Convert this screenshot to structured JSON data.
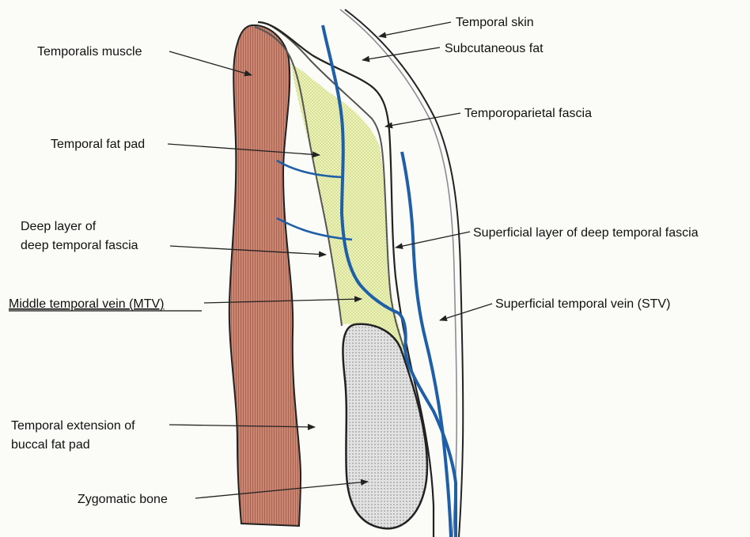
{
  "labels": {
    "temporal_skin": "Temporal skin",
    "subcutaneous_fat": "Subcutaneous fat",
    "temporoparietal_fascia": "Temporoparietal fascia",
    "temporalis_muscle": "Temporalis muscle",
    "temporal_fat_pad": "Temporal fat pad",
    "deep_layer_line1": "Deep layer of",
    "deep_layer_line2": "deep temporal fascia",
    "superficial_layer": "Superficial layer of deep temporal fascia",
    "mtv": "Middle temporal vein (MTV)",
    "stv": "Superficial temporal vein (STV)",
    "buccal_line1": "Temporal extension of",
    "buccal_line2": "buccal fat pad",
    "zygomatic_bone": "Zygomatic bone"
  },
  "colors": {
    "muscle": "#c98773",
    "muscle_stripe": "#a9604d",
    "fat_pad": "#eef3b4",
    "fat_dots": "#9bb36a",
    "bone": "#dcdcdc",
    "vein": "#1f5fa8",
    "outline": "#222222",
    "skin": "#8a8f96"
  }
}
